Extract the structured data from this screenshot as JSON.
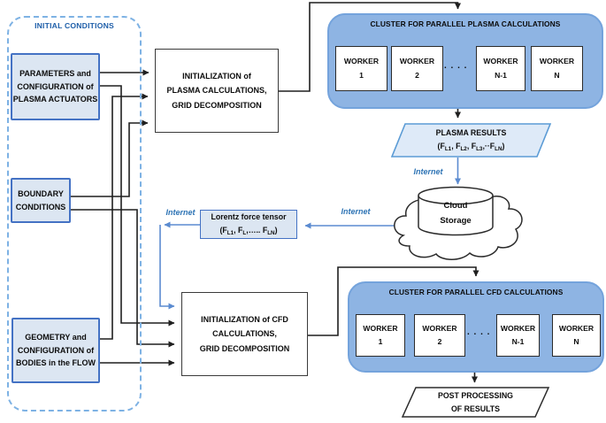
{
  "colors": {
    "cluster_fill": "#8EB4E3",
    "light_box_fill": "#DCE6F2",
    "light_box_border": "#4472C4",
    "dashed_border": "#7EB2E4",
    "initial_title_text": "#1F5FA9",
    "internet_text": "#2E74B5",
    "results_fill": "#DEEAF8",
    "results_border": "#5B9BD5",
    "wire_black": "#1f1f1f",
    "wire_blue": "#5B8BD0"
  },
  "labels": {
    "internet": "Internet"
  },
  "initial_conditions": {
    "title": "INITIAL CONDITIONS",
    "parameters_box": {
      "lines": [
        "PARAMETERS and",
        "CONFIGURATION of",
        "PLASMA ACTUATORS"
      ]
    },
    "boundary_box": {
      "lines": [
        "BOUNDARY",
        "CONDITIONS"
      ]
    },
    "geometry_box": {
      "lines": [
        "GEOMETRY and",
        "CONFIGURATION of",
        "BODIES in the FLOW"
      ]
    }
  },
  "plasma_init": {
    "lines": [
      "INITIALIZATION of",
      "PLASMA CALCULATIONS,",
      "GRID DECOMPOSITION"
    ]
  },
  "cfd_init": {
    "lines": [
      "INITIALIZATION of CFD",
      "CALCULATIONS,",
      "GRID DECOMPOSITION"
    ]
  },
  "plasma_cluster": {
    "title": "CLUSTER FOR PARALLEL PLASMA CALCULATIONS",
    "workers": [
      {
        "name": "WORKER",
        "id": "1"
      },
      {
        "name": "WORKER",
        "id": "2"
      },
      {
        "name": "WORKER",
        "id": "N-1"
      },
      {
        "name": "WORKER",
        "id": "N"
      }
    ],
    "dots": ". . . ."
  },
  "cfd_cluster": {
    "title": "CLUSTER FOR PARALLEL CFD CALCULATIONS",
    "workers": [
      {
        "name": "WORKER",
        "id": "1"
      },
      {
        "name": "WORKER",
        "id": "2"
      },
      {
        "name": "WORKER",
        "id": "N-1"
      },
      {
        "name": "WORKER",
        "id": "N"
      }
    ],
    "dots": ". . . ."
  },
  "plasma_results": {
    "title": "PLASMA RESULTS",
    "formula": [
      "(F",
      "L1",
      ", F",
      "L2",
      ", F",
      "L3",
      ",··F",
      "LN",
      ")"
    ]
  },
  "lorentz_box": {
    "title": "Lorentz force tensor",
    "formula": [
      "(F",
      "L1",
      ", F",
      "L",
      ",….. F",
      "LN",
      ")"
    ]
  },
  "cloud_storage": {
    "lines": [
      "Cloud",
      "Storage"
    ]
  },
  "post_processing": {
    "lines": [
      "POST PROCESSING",
      "OF RESULTS"
    ]
  }
}
